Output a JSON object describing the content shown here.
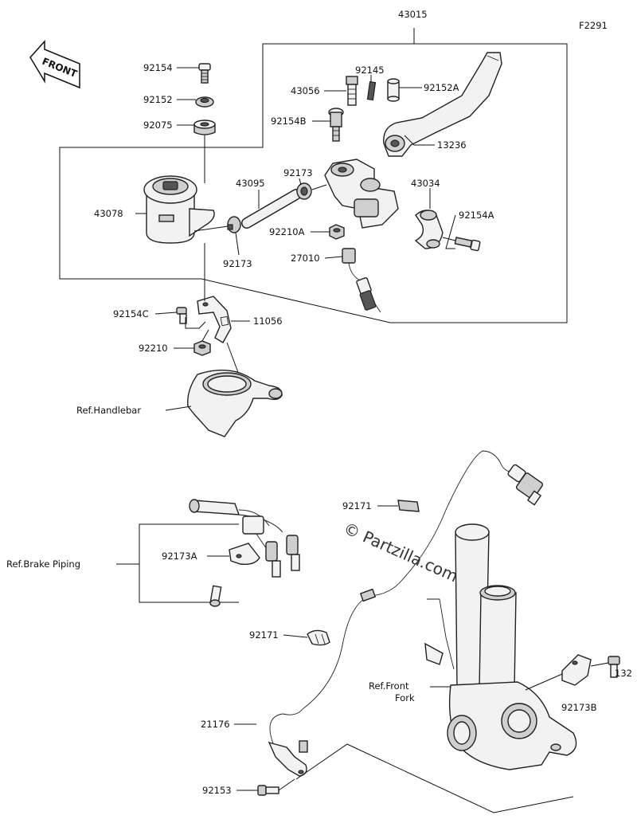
{
  "figure_code": "F2291",
  "front_label": "FRONT",
  "watermark": "© Partzilla.com",
  "parts": [
    {
      "id": "p43015",
      "label": "43015"
    },
    {
      "id": "p92154",
      "label": "92154"
    },
    {
      "id": "p92152",
      "label": "92152"
    },
    {
      "id": "p92075",
      "label": "92075"
    },
    {
      "id": "p92145",
      "label": "92145"
    },
    {
      "id": "p43056",
      "label": "43056"
    },
    {
      "id": "p92152A",
      "label": "92152A"
    },
    {
      "id": "p92154B",
      "label": "92154B"
    },
    {
      "id": "p13236",
      "label": "13236"
    },
    {
      "id": "p92173a",
      "label": "92173"
    },
    {
      "id": "p43095",
      "label": "43095"
    },
    {
      "id": "p43034",
      "label": "43034"
    },
    {
      "id": "p43078",
      "label": "43078"
    },
    {
      "id": "p92154A",
      "label": "92154A"
    },
    {
      "id": "p92210A",
      "label": "92210A"
    },
    {
      "id": "p92173b",
      "label": "92173"
    },
    {
      "id": "p27010",
      "label": "27010"
    },
    {
      "id": "p92154C",
      "label": "92154C"
    },
    {
      "id": "p11056",
      "label": "11056"
    },
    {
      "id": "p92210",
      "label": "92210"
    },
    {
      "id": "p92171a",
      "label": "92171"
    },
    {
      "id": "p92173A",
      "label": "92173A"
    },
    {
      "id": "p92171b",
      "label": "92171"
    },
    {
      "id": "p132",
      "label": "132"
    },
    {
      "id": "p92173B",
      "label": "92173B"
    },
    {
      "id": "p21176",
      "label": "21176"
    },
    {
      "id": "p92153",
      "label": "92153"
    }
  ],
  "references": {
    "handlebar": "Ref.Handlebar",
    "brake_piping": "Ref.Brake Piping",
    "front_fork_1": "Ref.Front",
    "front_fork_2": "Fork"
  }
}
